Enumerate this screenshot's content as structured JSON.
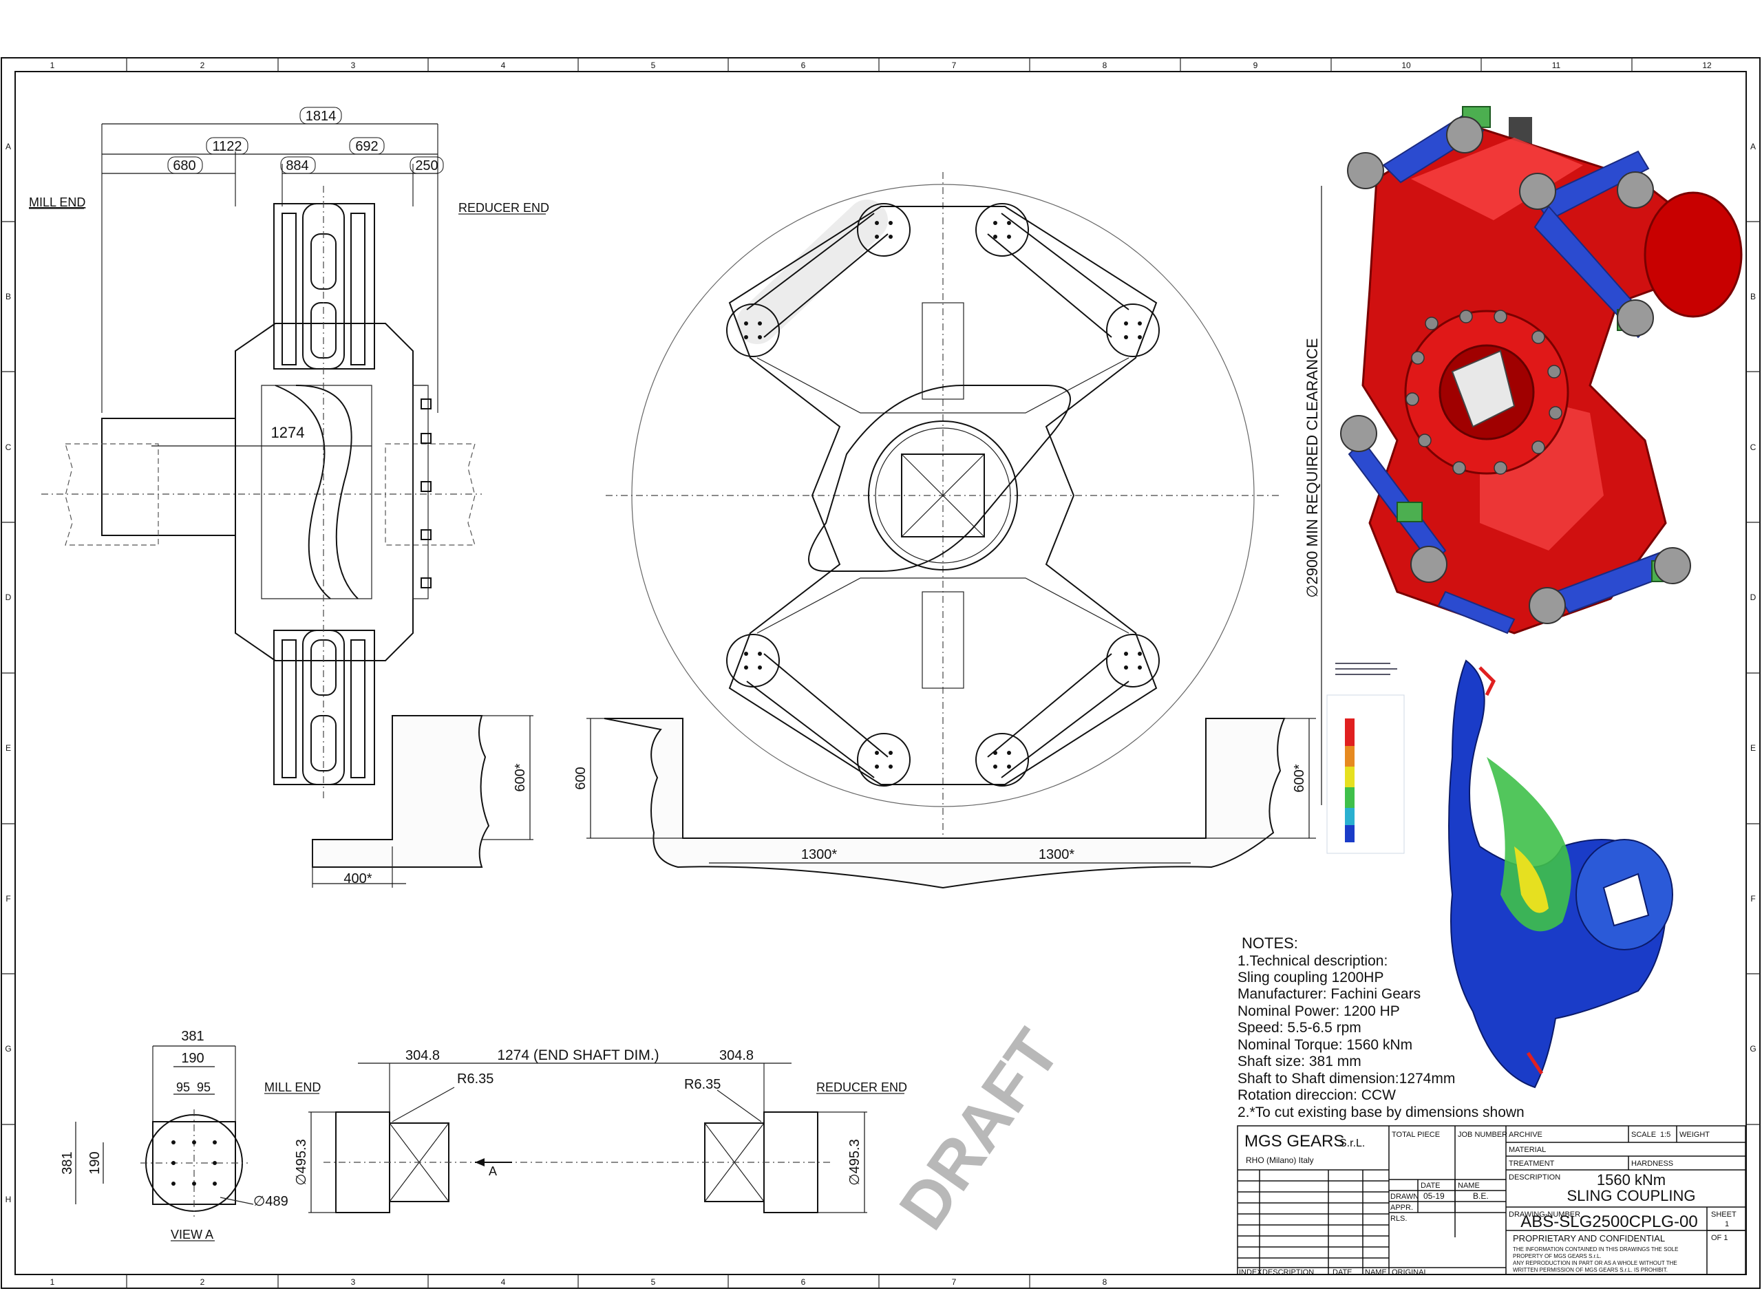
{
  "zone_columns": [
    "1",
    "2",
    "3",
    "4",
    "5",
    "6",
    "7",
    "8",
    "9",
    "10",
    "11",
    "12"
  ],
  "zone_columns_bottom": [
    "1",
    "2",
    "3",
    "4",
    "5",
    "6",
    "7",
    "8"
  ],
  "zone_rows": [
    "A",
    "B",
    "C",
    "D",
    "E",
    "F",
    "G",
    "H"
  ],
  "side_view": {
    "mill_end": "MILL END",
    "reducer_end": "REDUCER END",
    "dim_total": "1814",
    "dim_1122": "1122",
    "dim_692": "692",
    "dim_680": "680",
    "dim_884": "884",
    "dim_250": "250",
    "dim_1274": "1274",
    "dim_600_star": "600*",
    "dim_400_star": "400*"
  },
  "front_view": {
    "clearance": "∅2900 MIN REQUIRED CLEARANCE",
    "dim_600": "600",
    "dim_1300_left": "1300*",
    "dim_1300_right": "1300*",
    "dim_600_right": "600*"
  },
  "bottom_view": {
    "dim_381_top": "381",
    "dim_190_top": "190",
    "dim_95a": "95",
    "dim_95b": "95",
    "dim_381_side": "381",
    "dim_190_side": "190",
    "dim_489": "∅489",
    "view_a": "VIEW A",
    "mill_end": "MILL END",
    "reducer_end": "REDUCER END",
    "dim_304_left": "304.8",
    "dim_304_right": "304.8",
    "dim_end_shaft": "1274 (END SHAFT DIM.)",
    "r_left": "R6.35",
    "r_right": "R6.35",
    "dia_left": "∅495.3",
    "dia_right": "∅495.3",
    "arrow_a": "A"
  },
  "watermark": "DRAFT",
  "notes": {
    "title": "NOTES:",
    "lines": [
      "1.Technical description:",
      "Sling coupling 1200HP",
      "Manufacturer: Fachini Gears",
      "Nominal Power: 1200 HP",
      "Speed: 5.5-6.5 rpm",
      "Nominal Torque: 1560 kNm",
      "Shaft size: 381 mm",
      "Shaft to Shaft dimension:1274mm",
      "Rotation direccion: CCW",
      "2.*To cut existing base by dimensions shown"
    ]
  },
  "title_block": {
    "company": "MGS GEARS",
    "company_suffix": "S.r.L.",
    "location": "RHO (Milano) Italy",
    "total_piece": "TOTAL PIECE",
    "job_number": "JOB NUMBER",
    "archive": "ARCHIVE",
    "scale_label": "SCALE",
    "scale_value": "1:5",
    "weight": "WEIGHT",
    "material": "MATERIAL",
    "treatment": "TREATMENT",
    "hardness": "HARDNESS",
    "description_label": "DESCRIPTION",
    "description_line1": "1560 kNm",
    "description_line2": "SLING COUPLING",
    "date_label": "DATE",
    "name_label": "NAME",
    "drawn": "DRAWN",
    "drawn_date": "05-19",
    "drawn_name": "B.E.",
    "appr": "APPR.",
    "rls": "RLS.",
    "drawing_number_label": "DRAWING-NUMBER",
    "drawing_number": "ABS-SLG2500CPLG-00",
    "sheet_label": "SHEET",
    "sheet_value": "1",
    "of_label": "OF 1",
    "proprietary": "PROPRIETARY AND CONFIDENTIAL",
    "fine_print": [
      "THE INFORMATION CONTAINED IN THIS DRAWINGS THE SOLE",
      "PROPERTY OF MGS GEARS S.r.L.",
      "ANY REPRODUCTION IN PART OR AS A WHOLE WITHOUT THE",
      "WRITTEN PERMISSION OF MGS GEARS S.r.L. IS PROHIBIT."
    ],
    "index": "INDEX",
    "description_col": "DESCRIPTION",
    "date_col": "DATE",
    "name_col": "NAME",
    "original": "ORIGINAL"
  },
  "colors": {
    "render_red": "#d01010",
    "render_blue": "#2b4bd0",
    "render_green": "#4caf50",
    "fea_blue": "#1a3cc8",
    "fea_green": "#3fc04a",
    "fea_yellow": "#e6e020",
    "fea_red": "#e02020",
    "watermark": "#b8b8b8"
  }
}
